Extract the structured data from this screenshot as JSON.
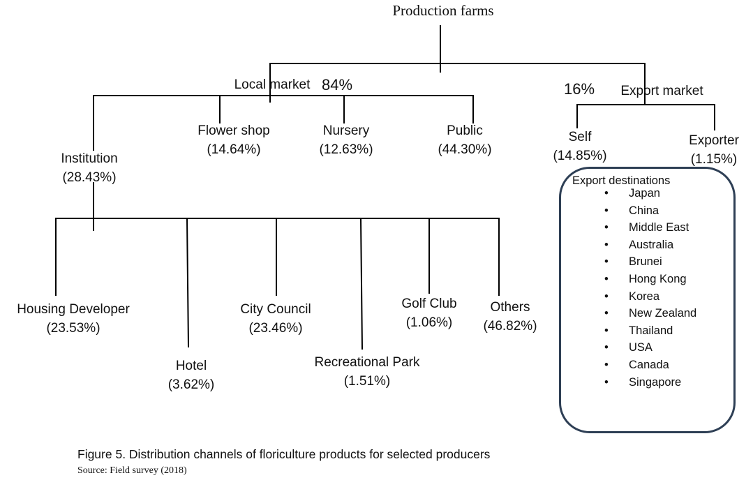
{
  "diagram": {
    "root": "Production farms",
    "local_market": {
      "name": "Local market",
      "share": "84%"
    },
    "export_market": {
      "name": "Export market",
      "share": "16%"
    },
    "local_channels": {
      "flower_shop": {
        "name": "Flower shop",
        "share": "(14.64%)"
      },
      "nursery": {
        "name": "Nursery",
        "share": "(12.63%)"
      },
      "public": {
        "name": "Public",
        "share": "(44.30%)"
      },
      "institution": {
        "name": "Institution",
        "share": "(28.43%)"
      }
    },
    "export_channels": {
      "self": {
        "name": "Self",
        "share": "(14.85%)"
      },
      "exporter": {
        "name": "Exporter",
        "share": "(1.15%)"
      }
    },
    "institution_channels": {
      "housing": {
        "name": "Housing Developer",
        "share": "(23.53%)"
      },
      "hotel": {
        "name": "Hotel",
        "share": "(3.62%)"
      },
      "city_council": {
        "name": "City Council",
        "share": "(23.46%)"
      },
      "recreational_park": {
        "name": "Recreational Park",
        "share": "(1.51%)"
      },
      "golf_club": {
        "name": "Golf Club",
        "share": "(1.06%)"
      },
      "others": {
        "name": "Others",
        "share": "(46.82%)"
      }
    },
    "export_destinations": {
      "title": "Export destinations",
      "items": [
        "Japan",
        "China",
        "Middle East",
        "Australia",
        "Brunei",
        "Hong Kong",
        "Korea",
        "New Zealand",
        "Thailand",
        "USA",
        "Canada",
        "Singapore"
      ]
    }
  },
  "caption": "Figure 5. Distribution channels of floriculture products for selected producers",
  "source": "Source: Field survey (2018)",
  "colors": {
    "line": "#000000",
    "box_border": "#2e3f55",
    "text": "#111111"
  }
}
